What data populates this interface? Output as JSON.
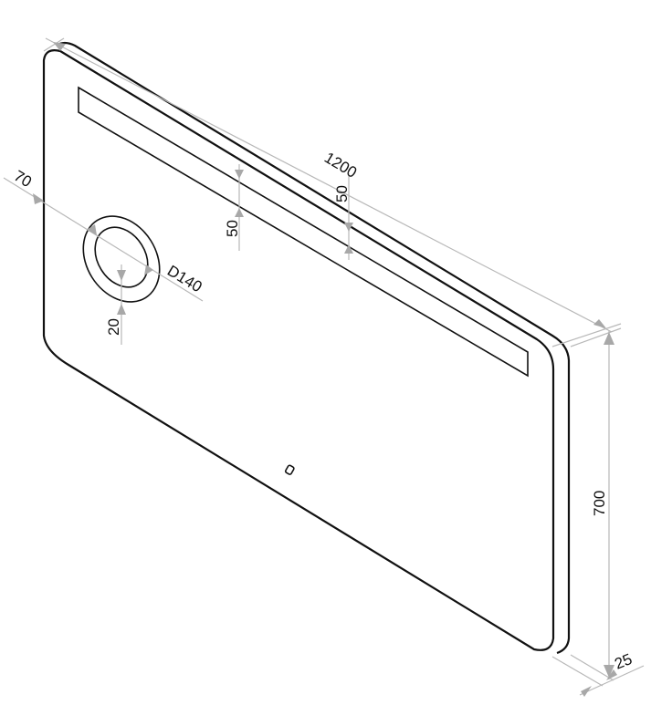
{
  "drawing": {
    "dimensions": {
      "width": "1200",
      "height": "700",
      "depth": "25",
      "circle_offset_left": "70",
      "circle_diameter": "D140",
      "circle_offset_bottom": "20",
      "strip_offset_left": "50",
      "strip_offset_right": "50"
    },
    "colors": {
      "outline": "#111111",
      "dimension": "#b8b8b8"
    }
  }
}
